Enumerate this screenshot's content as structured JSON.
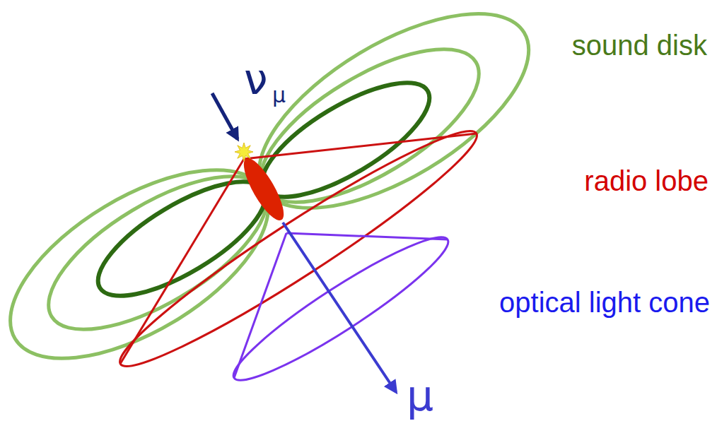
{
  "diagram": {
    "labels": [
      "ν",
      "μ",
      "sound disk",
      "radio lobe",
      "optical light cone",
      "μ"
    ]
  }
}
